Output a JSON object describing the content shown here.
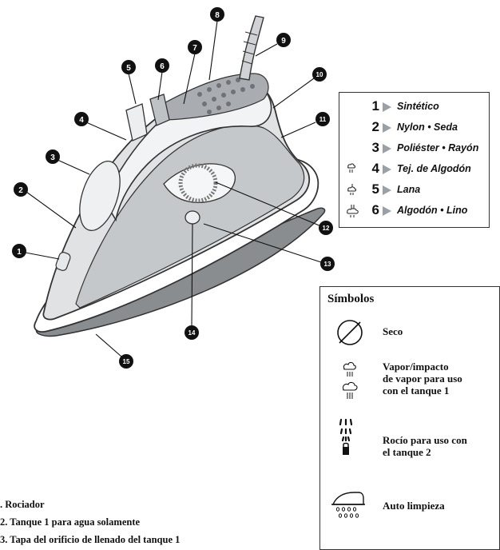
{
  "callouts": [
    "1",
    "2",
    "3",
    "4",
    "5",
    "6",
    "7",
    "8",
    "9",
    "10",
    "11",
    "12",
    "13",
    "14",
    "15"
  ],
  "fabric_settings": [
    {
      "number": "1",
      "label": "Sintético",
      "steam_icon": "none"
    },
    {
      "number": "2",
      "label": "Nylon • Seda",
      "steam_icon": "none"
    },
    {
      "number": "3",
      "label": "Poliéster • Rayón",
      "steam_icon": "none"
    },
    {
      "number": "4",
      "label": "Tej. de Algodón",
      "steam_icon": "steam-small-icon"
    },
    {
      "number": "5",
      "label": "Lana",
      "steam_icon": "steam-medium-icon"
    },
    {
      "number": "6",
      "label": "Algodón • Lino",
      "steam_icon": "steam-large-icon"
    }
  ],
  "symbols": {
    "title": "Símbolos",
    "items": [
      {
        "icon": "dry-icon",
        "text": "Seco"
      },
      {
        "icon": "steam-burst-icon",
        "text": "Vapor/impacto\nde vapor para uso\ncon el tanque 1"
      },
      {
        "icon": "spray-icon",
        "text": "Rocío para uso con\nel tanque 2"
      },
      {
        "icon": "self-clean-icon",
        "text": "Auto limpieza"
      }
    ]
  },
  "legend": [
    ". Rociador",
    "2. Tanque 1 para agua solamente",
    "3. Tapa del orificio de llenado del tanque 1"
  ],
  "colors": {
    "iron_body": "#e0e2e4",
    "iron_panel": "#c5c8cb",
    "soleplate": "#8a8d90",
    "callout_fill": "#111111"
  }
}
